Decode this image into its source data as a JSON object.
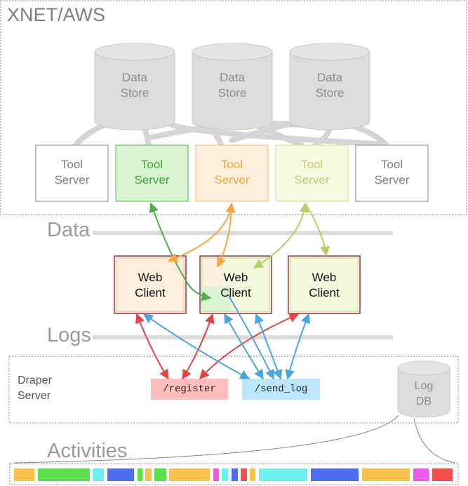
{
  "regions": {
    "xnet": "XNET/AWS",
    "data": "Data",
    "logs": "Logs",
    "activities": "Activities"
  },
  "draper": {
    "line1": "Draper",
    "line2": "Server"
  },
  "data_stores": [
    {
      "line1": "Data",
      "line2": "Store"
    },
    {
      "line1": "Data",
      "line2": "Store"
    },
    {
      "line1": "Data",
      "line2": "Store"
    }
  ],
  "tool_servers": [
    {
      "line1": "Tool",
      "line2": "Server",
      "color": "#7f7f7f"
    },
    {
      "line1": "Tool",
      "line2": "Server",
      "color": "#41a833"
    },
    {
      "line1": "Tool",
      "line2": "Server",
      "color": "#f6a93b"
    },
    {
      "line1": "Tool",
      "line2": "Server",
      "color": "#b9d26c"
    },
    {
      "line1": "Tool",
      "line2": "Server",
      "color": "#7f7f7f"
    }
  ],
  "web_clients": [
    {
      "line1": "Web",
      "line2": "Client"
    },
    {
      "line1": "Web",
      "line2": "Client"
    },
    {
      "line1": "Web",
      "line2": "Client"
    }
  ],
  "endpoints": {
    "register": "/register",
    "send_log": "/send_log"
  },
  "log_db": {
    "line1": "Log",
    "line2": "DB"
  },
  "colors": {
    "green": "#4caf50",
    "orange": "#f9a63a",
    "lime": "#b8cf67",
    "red": "#e04545",
    "blue": "#4aa6dd",
    "gray": "#dcdcdc"
  }
}
